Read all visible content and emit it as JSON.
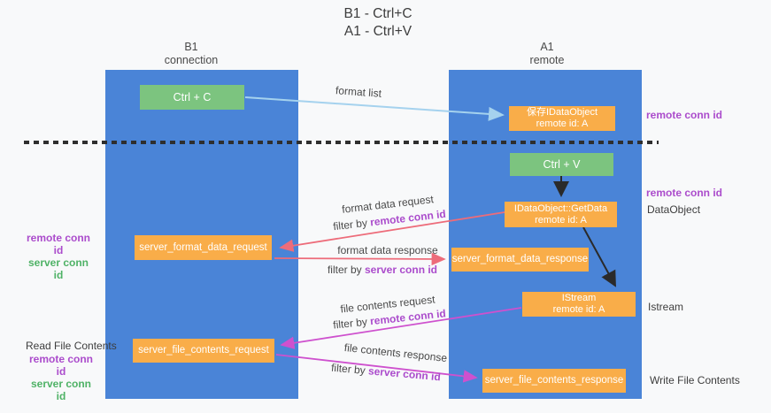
{
  "title": {
    "line1": "B1 - Ctrl+C",
    "line2": "A1 - Ctrl+V"
  },
  "columns": {
    "left": {
      "header_line1": "B1",
      "header_line2": "connection"
    },
    "right": {
      "header_line1": "A1",
      "header_line2": "remote"
    }
  },
  "boxes": {
    "ctrl_c": "Ctrl + C",
    "ctrl_v": "Ctrl + V",
    "save_idataobject": {
      "line1": "保存IDataObject",
      "line2": "remote id: A"
    },
    "getdata": {
      "line1": "IDataObject::GetData",
      "line2": "remote id: A"
    },
    "istream": {
      "line1": "IStream",
      "line2": "remote id: A"
    },
    "server_format_data_request": "server_format_data_request",
    "server_format_data_response": "server_format_data_response",
    "server_file_contents_request": "server_file_contents_request",
    "server_file_contents_response": "server_file_contents_response"
  },
  "arrow_labels": {
    "format_list": "format list",
    "format_data_request": "format data request",
    "format_data_response": "format data response",
    "file_contents_request": "file contents request",
    "file_contents_response": "file contents response",
    "filter_by": "filter by ",
    "remote_conn_id": "remote conn id",
    "server_conn_id": "server conn id"
  },
  "annotations": {
    "left_mid": {
      "remote": "remote conn id",
      "server": "server conn id"
    },
    "left_bottom": {
      "title": "Read File Contents",
      "remote": "remote conn id",
      "server": "server conn id"
    },
    "right_top_remote": "remote conn id",
    "right_mid_remote": "remote conn id",
    "right_dataobject": "DataObject",
    "right_istream": "Istream",
    "right_write": "Write File Contents"
  },
  "colors": {
    "column_blue": "#4a84d7",
    "box_orange": "#f9ad49",
    "box_green": "#7cc47f",
    "arrow_light_blue": "#a5d2ee",
    "arrow_red": "#ed6c7a",
    "arrow_magenta": "#ce51ce",
    "arrow_black": "#2a2a2a",
    "text_purple": "#ab4ccc",
    "text_green": "#4fb266",
    "background": "#f8f9fa"
  }
}
